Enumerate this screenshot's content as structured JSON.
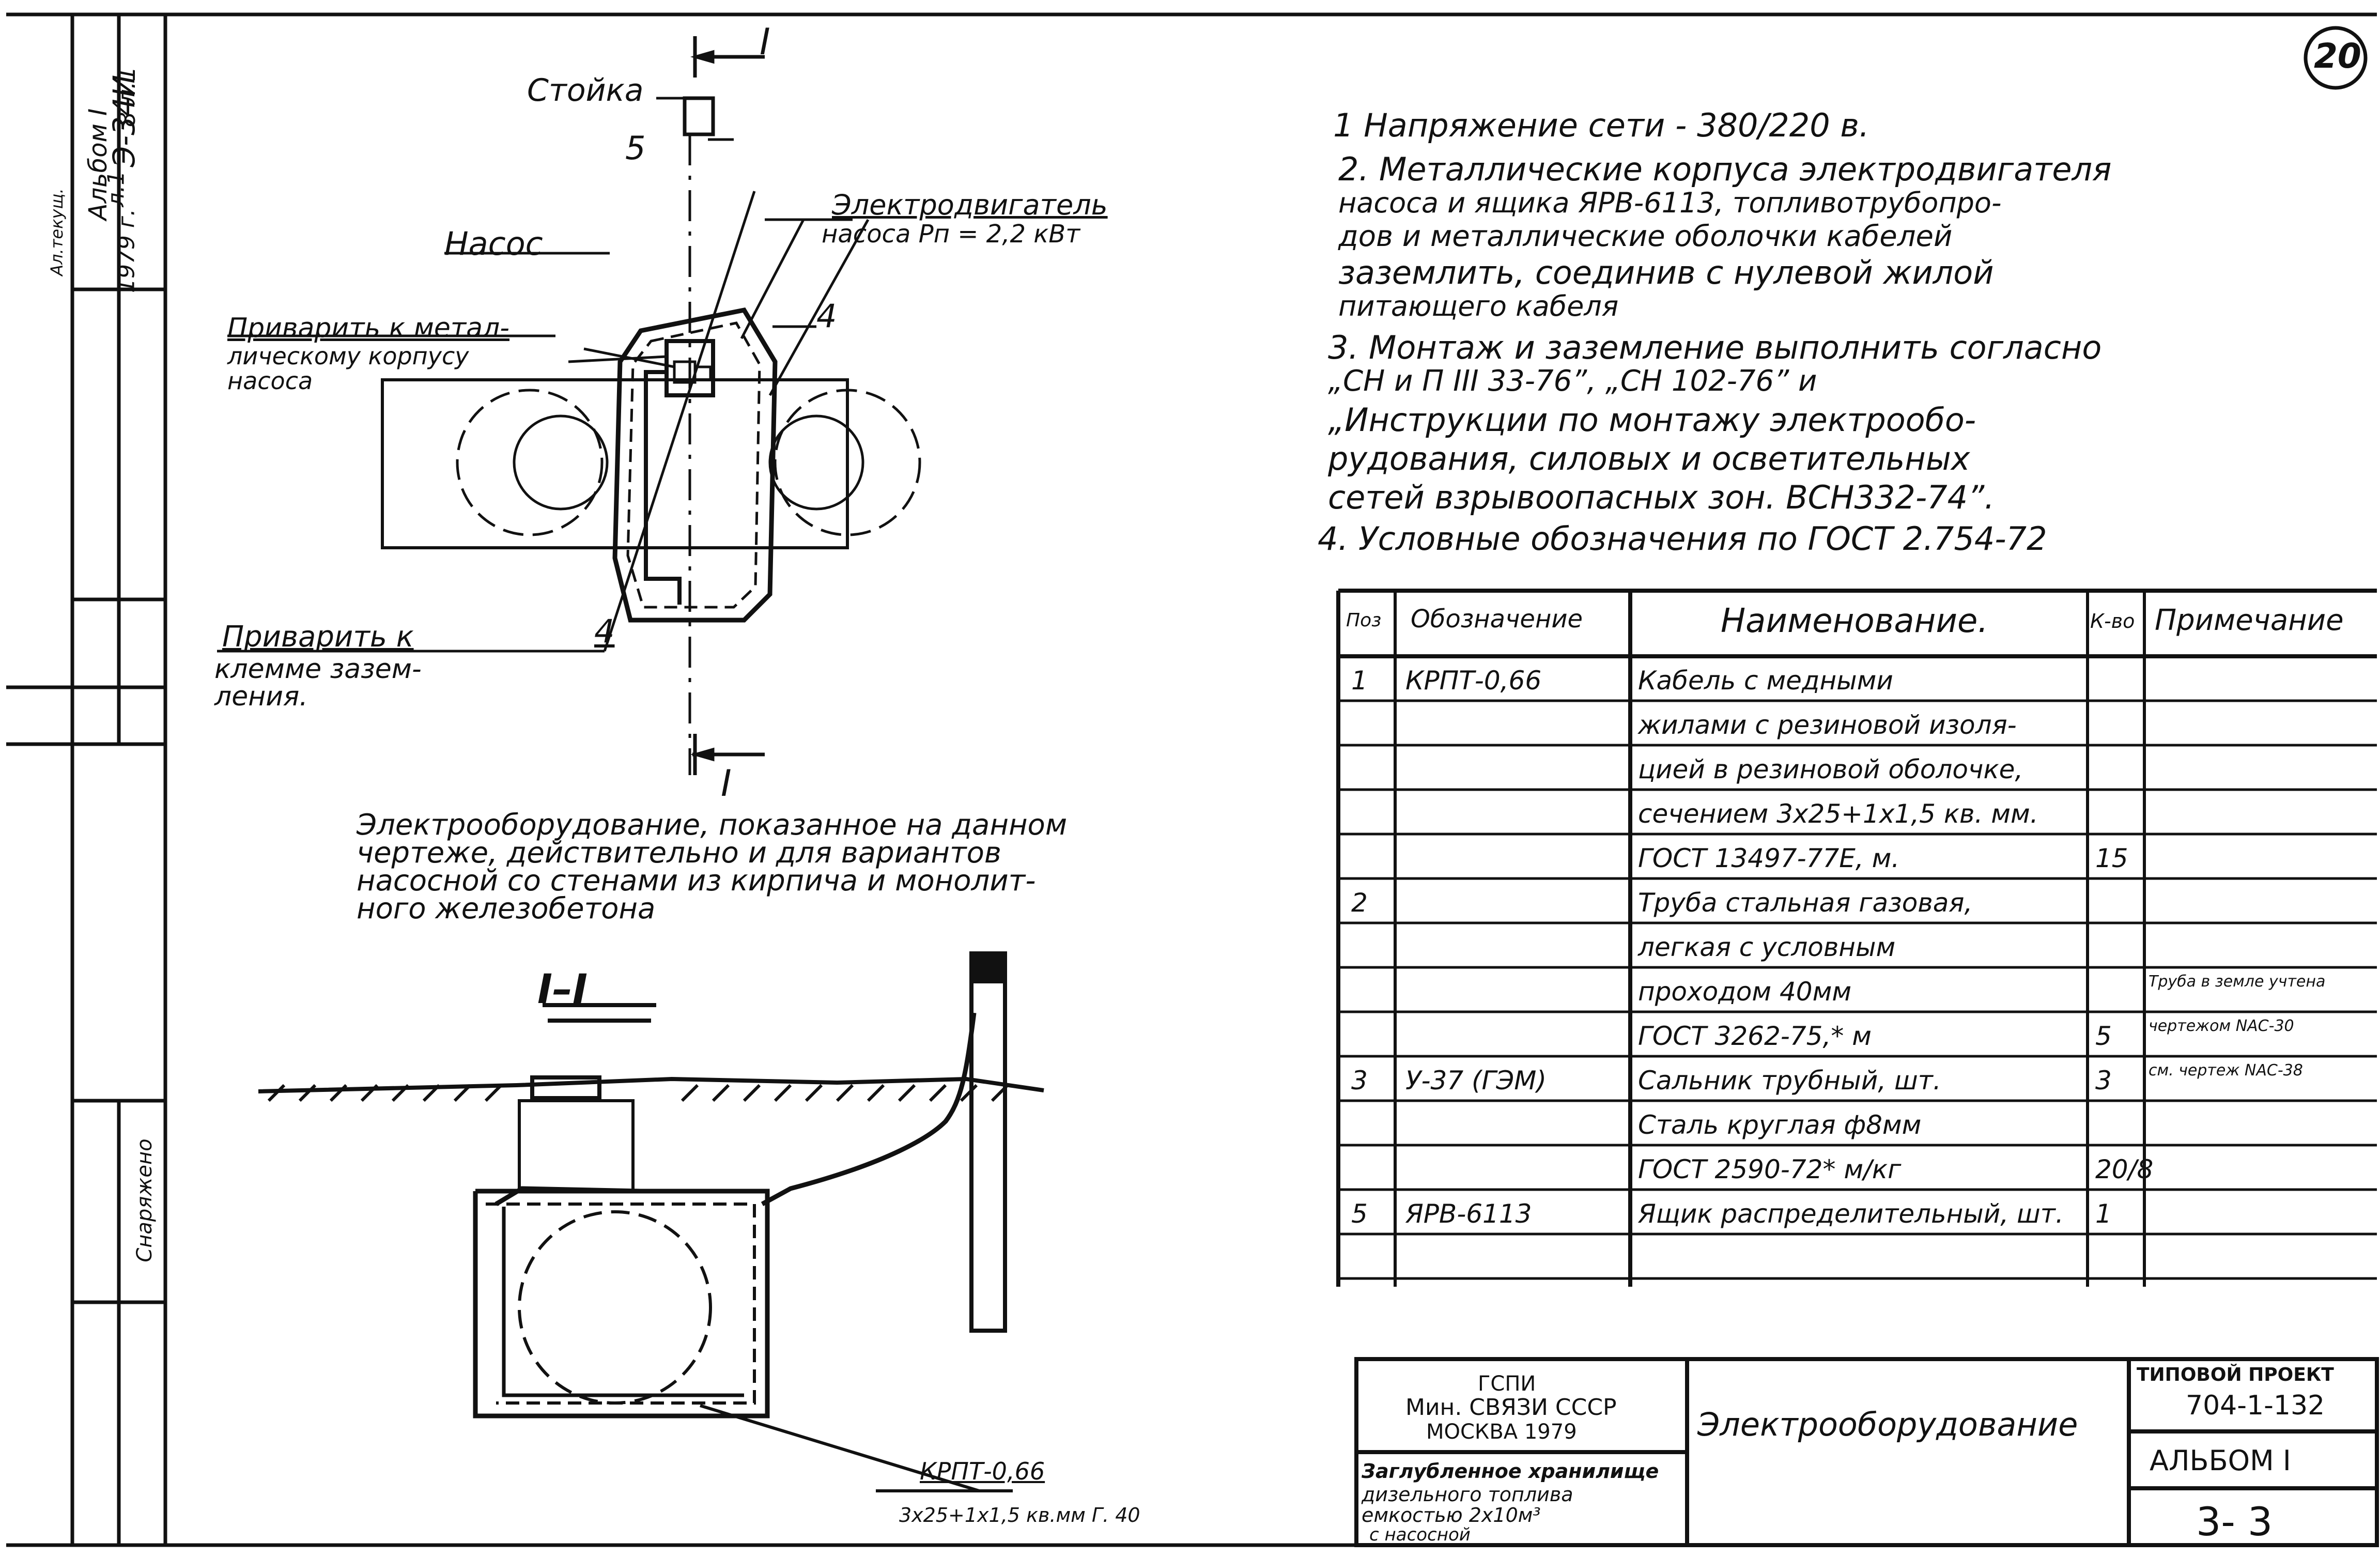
{
  "sheet_number": "20",
  "left_strip": {
    "items": [
      "Альбом I",
      "Э-34И",
      "8 л.1",
      "Ал.текущ.",
      "1979 г.",
      "л.1"
    ],
    "footer": "Снаряжено"
  },
  "plan": {
    "section_mark_top": "I",
    "section_mark_bottom": "I",
    "label_stand": "Стойка",
    "label_pump": "Насос",
    "label_motor_line1": "Электродвигатель",
    "label_motor_line2": "насоса  Рп = 2,2 кВт",
    "label_weld_body_1": "Приварить к метал-",
    "label_weld_body_2": "лическому корпусу",
    "label_weld_body_3": "насоса",
    "label_weld_clamp_1": "Приварить  к",
    "label_weld_clamp_2": "клемме  зазем-",
    "label_weld_clamp_3": "ления.",
    "pos_5": "5",
    "pos_4a": "4",
    "pos_4b": "4"
  },
  "equipment_note": [
    "Электрооборудование, показанное на данном",
    "чертеже, действительно и для вариантов",
    "насосной со стенами из кирпича и монолит-",
    "ного железобетона"
  ],
  "section": {
    "title": "I–I",
    "cable_label": "КРПТ-0,66",
    "cable_spec": "3x25+1x1,5 кв.мм  Г. 40"
  },
  "notes": [
    "1  Напряжение сети - 380/220 в.",
    "2. Металлические корпуса электродвигателя",
    "    насоса и ящика ЯРВ-6113, топливотрубопро-",
    "    дов и металлические оболочки кабелей",
    "    заземлить, соединив с нулевой жилой",
    "    питающего кабеля",
    "3.  Монтаж и заземление выполнить согласно",
    "     „СН и П III 33-76”, „СН 102-76” и",
    "   „Инструкции по монтажу электрообо-",
    "   рудования, силовых и осветительных",
    "   сетей взрывоопасных зон. ВСН332-74”.",
    "4.  Условные обозначения по ГОСТ 2.754-72"
  ],
  "spec_table": {
    "headers": [
      "Поз",
      "Обозначение",
      "Наименование.",
      "К-во",
      "Примечание"
    ],
    "rows": [
      [
        "1",
        "КРПТ-0,66",
        "Кабель с медными",
        "",
        ""
      ],
      [
        "",
        "",
        "жилами с резиновой изоля-",
        "",
        ""
      ],
      [
        "",
        "",
        "цией в резиновой оболочке,",
        "",
        ""
      ],
      [
        "",
        "",
        "сечением 3x25+1x1,5 кв. мм.",
        "",
        ""
      ],
      [
        "",
        "",
        "ГОСТ 13497-77Е,  м.",
        "15",
        ""
      ],
      [
        "2",
        "",
        "Труба стальная газовая,",
        "",
        ""
      ],
      [
        "",
        "",
        "легкая с условным",
        "",
        ""
      ],
      [
        "",
        "",
        "проходом 40мм",
        "",
        "Труба в земле учтена"
      ],
      [
        "",
        "",
        "ГОСТ 3262-75,* м",
        "5",
        "чертежом NАС-30"
      ],
      [
        "3",
        "У-37 (ГЭМ)",
        "Сальник трубный, шт.",
        "3",
        "см. чертеж NАС-38"
      ],
      [
        "",
        "",
        "Сталь круглая ф8мм",
        "",
        ""
      ],
      [
        "",
        "",
        "ГОСТ 2590-72*  м/кг",
        "20/8",
        ""
      ],
      [
        "5",
        "ЯРВ-6113",
        "Ящик распределительный, шт.",
        "1",
        ""
      ],
      [
        "",
        "",
        "",
        "",
        ""
      ]
    ]
  },
  "title_block": {
    "org_1": "ГСПИ",
    "org_2": "Мин. СВЯЗИ СССР",
    "org_3": "МОСКВА  1979",
    "object_1": "Заглубленное хранилище",
    "object_2": "дизельного топлива",
    "object_3": "емкостью 2x10м³",
    "object_4": "с насосной",
    "sheet_title": "Электрооборудование",
    "project_label": "ТИПОВОЙ ПРОЕКТ",
    "project_code": "704-1-132",
    "album": "АЛЬБОМ I",
    "sheet_code": "3-  3"
  }
}
